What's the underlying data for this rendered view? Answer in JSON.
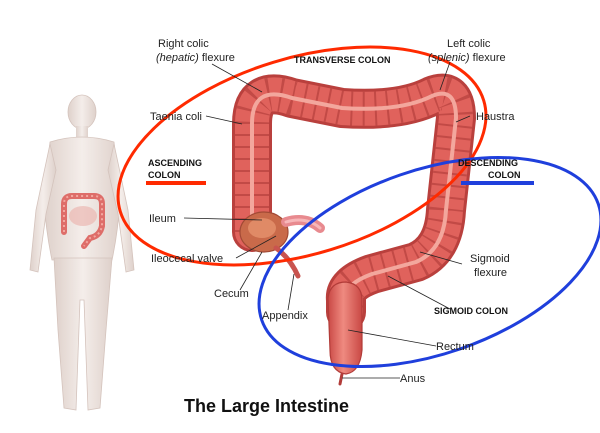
{
  "title": "The Large Intestine",
  "labels": {
    "right_colic_1": "Right colic",
    "right_colic_2": "(hepatic)",
    "right_colic_3": " flexure",
    "transverse": "TRANSVERSE COLON",
    "left_colic_1": "Left colic",
    "left_colic_2": "(splenic)",
    "left_colic_3": " flexure",
    "taenia": "Taenia coli",
    "haustra": "Haustra",
    "ascending_1": "ASCENDING",
    "ascending_2": "COLON",
    "descending_1": "DESCENDING",
    "descending_2": "COLON",
    "ileum": "Ileum",
    "ileocecal": "Ileocecal valve",
    "cecum": "Cecum",
    "appendix": "Appendix",
    "sigmoid_flexure_1": "Sigmoid",
    "sigmoid_flexure_2": "flexure",
    "sigmoid_colon": "SIGMOID COLON",
    "rectum": "Rectum",
    "anus": "Anus"
  },
  "colors": {
    "colon_fill": "#e0625c",
    "colon_dark": "#b9403d",
    "colon_light": "#f19a8f",
    "red_ring": "#ff2a00",
    "blue_ring": "#1f3fdc",
    "body_skin": "#e6d9d3"
  }
}
